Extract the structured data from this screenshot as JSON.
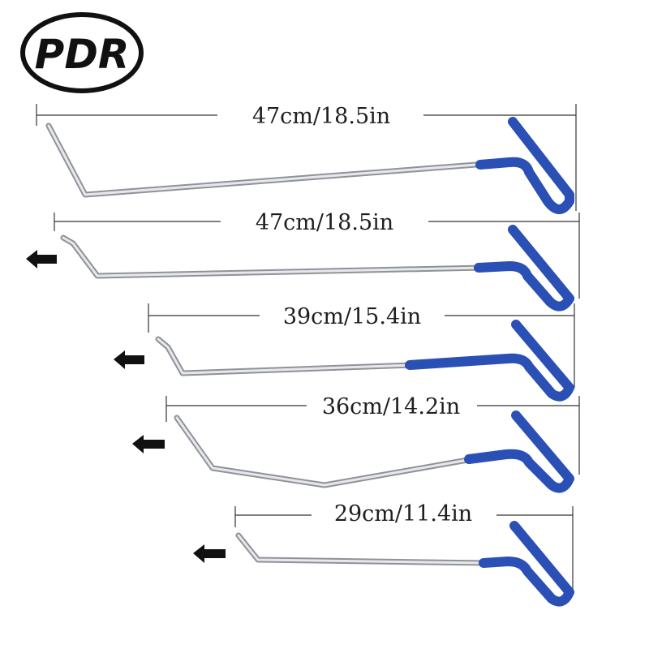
{
  "logo": {
    "text": "PDR"
  },
  "colors": {
    "handle": "#2a4fb5",
    "handle_dark": "#1c3a8f",
    "rod": "#b9bcc2",
    "rod_light": "#eef0f3",
    "line": "#333333",
    "arrow": "#111111"
  },
  "tools": [
    {
      "length_label": "47cm/18.5in",
      "arrow": false
    },
    {
      "length_label": "47cm/18.5in",
      "arrow": true
    },
    {
      "length_label": "39cm/15.4in",
      "arrow": true
    },
    {
      "length_label": "36cm/14.2in",
      "arrow": true
    },
    {
      "length_label": "29cm/11.4in",
      "arrow": true
    }
  ]
}
